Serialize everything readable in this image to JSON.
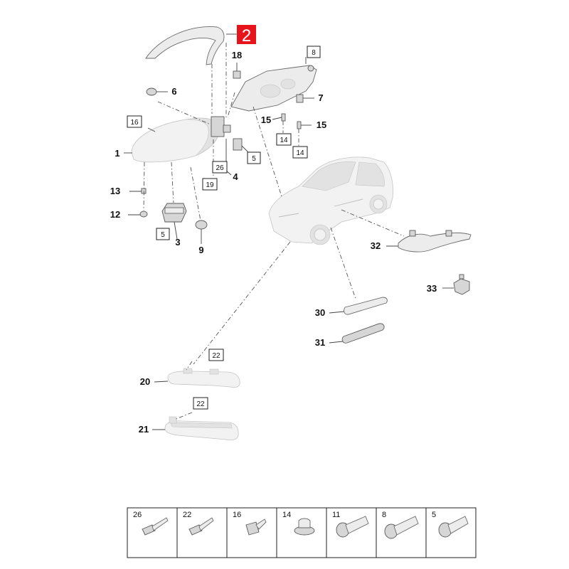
{
  "highlight_label": "2",
  "callouts": [
    {
      "id": "c18",
      "text": "18"
    },
    {
      "id": "c6",
      "text": "6"
    },
    {
      "id": "c7",
      "text": "7"
    },
    {
      "id": "c15a",
      "text": "15"
    },
    {
      "id": "c15b",
      "text": "15"
    },
    {
      "id": "c1",
      "text": "1"
    },
    {
      "id": "c4",
      "text": "4"
    },
    {
      "id": "c13",
      "text": "13"
    },
    {
      "id": "c12",
      "text": "12"
    },
    {
      "id": "c3",
      "text": "3"
    },
    {
      "id": "c9",
      "text": "9"
    },
    {
      "id": "c32",
      "text": "32"
    },
    {
      "id": "c33",
      "text": "33"
    },
    {
      "id": "c30",
      "text": "30"
    },
    {
      "id": "c31",
      "text": "31"
    },
    {
      "id": "c20",
      "text": "20"
    },
    {
      "id": "c21",
      "text": "21"
    }
  ],
  "boxed_refs": [
    {
      "id": "b8",
      "text": "8"
    },
    {
      "id": "b16",
      "text": "16"
    },
    {
      "id": "b14a",
      "text": "14"
    },
    {
      "id": "b14b",
      "text": "14"
    },
    {
      "id": "b5a",
      "text": "5"
    },
    {
      "id": "b26",
      "text": "26"
    },
    {
      "id": "b19",
      "text": "19"
    },
    {
      "id": "b5b",
      "text": "5"
    },
    {
      "id": "b22a",
      "text": "22"
    },
    {
      "id": "b22b",
      "text": "22"
    }
  ],
  "fastener_table": [
    {
      "number": "26",
      "icon": "screw-icon"
    },
    {
      "number": "22",
      "icon": "screw-icon"
    },
    {
      "number": "16",
      "icon": "screw-icon"
    },
    {
      "number": "14",
      "icon": "nut-icon"
    },
    {
      "number": "11",
      "icon": "bolt-icon"
    },
    {
      "number": "8",
      "icon": "bolt-icon"
    },
    {
      "number": "5",
      "icon": "bolt-icon"
    }
  ]
}
